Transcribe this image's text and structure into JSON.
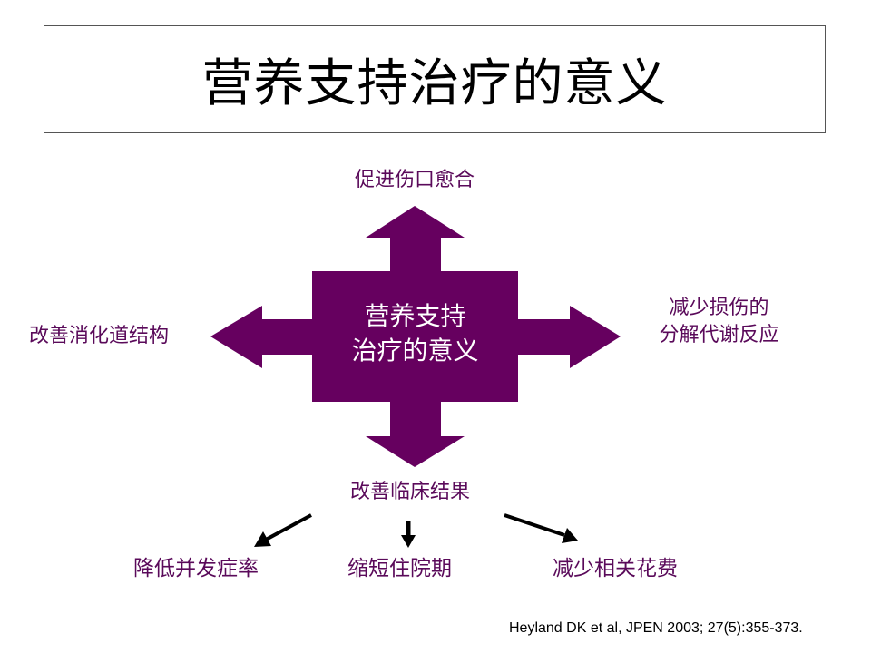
{
  "title": "营养支持治疗的意义",
  "center": {
    "line1": "营养支持",
    "line2": "治疗的意义"
  },
  "arrows": {
    "up": "促进伤口愈合",
    "left": "改善消化道结构",
    "right_line1": "减少损伤的",
    "right_line2": "分解代谢反应",
    "down": "改善临床结果"
  },
  "outcomes": [
    "降低并发症率",
    "缩短住院期",
    "减少相关花费"
  ],
  "citation": "Heyland DK et al, JPEN 2003; 27(5):355-373.",
  "colors": {
    "cross": "#66005f",
    "label": "#5a0a5a"
  }
}
